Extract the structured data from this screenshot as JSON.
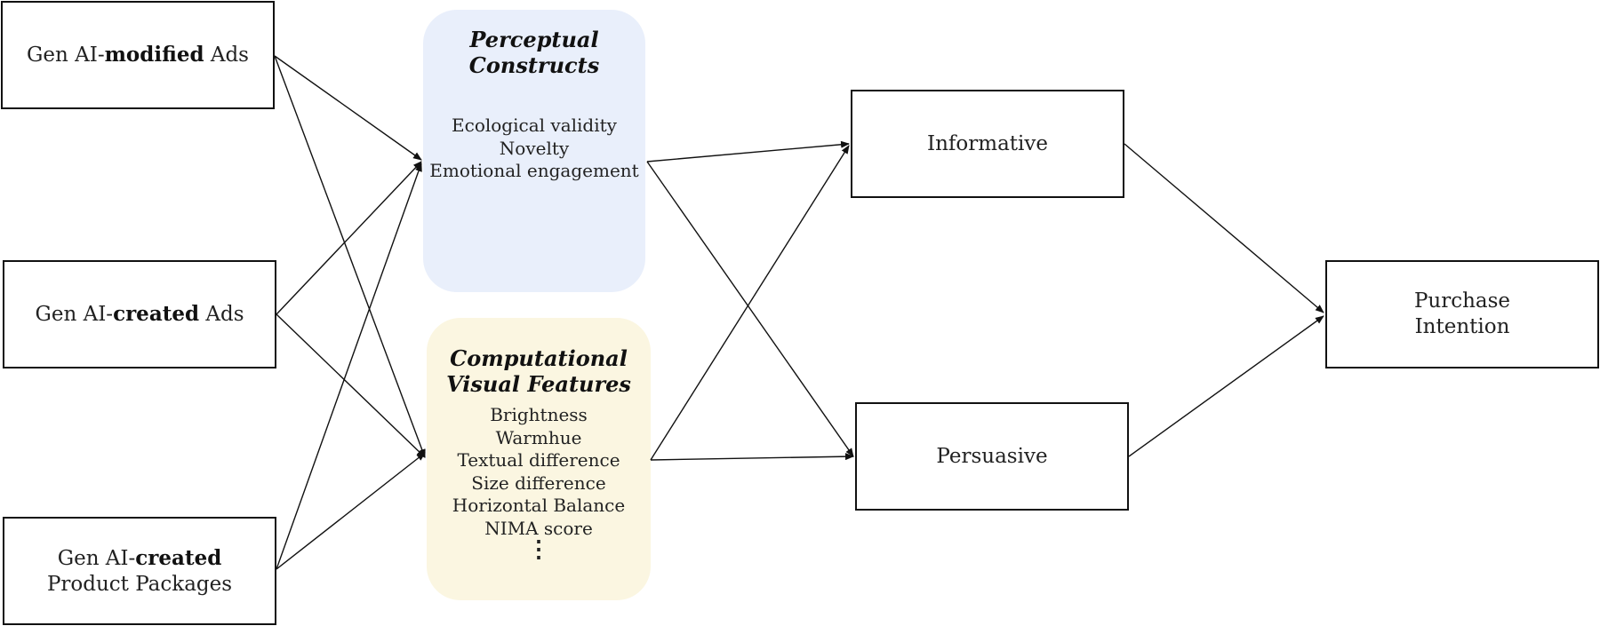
{
  "inputs": {
    "ai_modified_ads": {
      "prefix": "Gen AI-",
      "bold": "modified",
      "suffix": " Ads"
    },
    "ai_created_ads": {
      "prefix": "Gen AI-",
      "bold": "created",
      "suffix": " Ads"
    },
    "ai_created_packages": {
      "prefix": "Gen AI-",
      "bold": "created",
      "line2": "Product Packages"
    }
  },
  "perceptual": {
    "title_line1": "Perceptual",
    "title_line2": "Constructs",
    "items": [
      "Ecological validity",
      "Novelty",
      "Emotional engagement"
    ]
  },
  "computational": {
    "title_line1": "Computational",
    "title_line2": "Visual Features",
    "items": [
      "Brightness",
      "Warmhue",
      "Textual difference",
      "Size difference",
      "Horizontal Balance",
      "NIMA score"
    ],
    "ellipsis": "⋮"
  },
  "mediators": {
    "informative": "Informative",
    "persuasive": "Persuasive"
  },
  "outcome": {
    "line1": "Purchase",
    "line2": "Intention"
  }
}
